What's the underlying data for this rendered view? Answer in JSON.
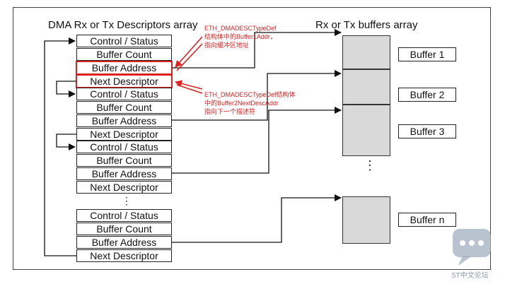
{
  "titles": {
    "left": "DMA Rx or Tx Descriptors array",
    "right": "Rx or Tx buffers array"
  },
  "descriptors": [
    "Control / Status",
    "Buffer Count",
    "Buffer Address",
    "Next Descriptor",
    "Control / Status",
    "Buffer Count",
    "Buffer Address",
    "Next Descriptor",
    "Control / Status",
    "Buffer Count",
    "Buffer Address",
    "Next Descriptor",
    "Control / Status",
    "Buffer Count",
    "Buffer Address",
    "Next Descriptor"
  ],
  "buffers": [
    "Buffer 1",
    "Buffer 2",
    "Buffer 3",
    "Buffer n"
  ],
  "annotations": {
    "note1": [
      "ETH_DMADESCTypeDef",
      "结构体中的Buffer1Addr，",
      "指向缓冲区地址"
    ],
    "note2": [
      "ETH_DMADESCTypeDef结构体",
      "中的Buffer2NextDescAddr",
      "指向下一个描述符"
    ]
  },
  "watermark": "ST中文论坛",
  "colors": {
    "highlight": "#e02020",
    "buffer_fill": "#d9d9d9"
  }
}
